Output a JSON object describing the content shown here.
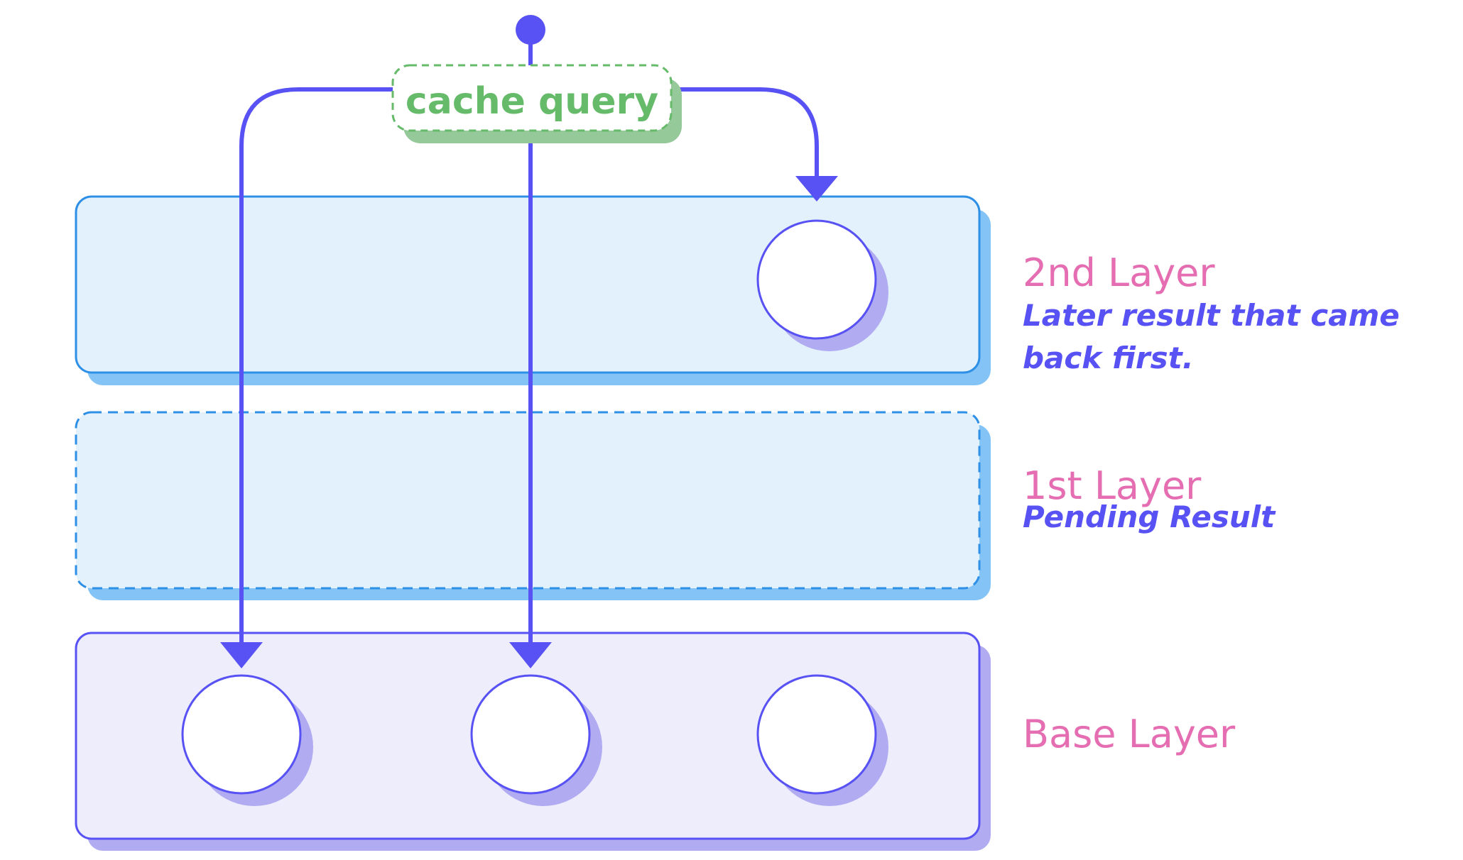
{
  "colors": {
    "arrow": "#5852f4",
    "query_text": "#66bb6a",
    "query_border": "#66bb6a",
    "query_shadow": "#96c99a",
    "blue_layer_fill": "#e3f1fd",
    "blue_layer_border": "#2e8fe6",
    "blue_layer_shadow": "#84c3f5",
    "base_layer_fill": "#eeedfc",
    "base_layer_border": "#5852f4",
    "base_layer_shadow": "#b1acf2",
    "node_fill": "#ffffff",
    "node_shadow": "#b1acf2",
    "layer_title": "#e56db1",
    "layer_desc": "#5852f4"
  },
  "query": {
    "label": "cache query"
  },
  "layers": {
    "second": {
      "title": "2nd Layer",
      "description": "Later result that came back first."
    },
    "first": {
      "title": "1st Layer",
      "description": "Pending Result"
    },
    "base": {
      "title": "Base Layer"
    }
  }
}
